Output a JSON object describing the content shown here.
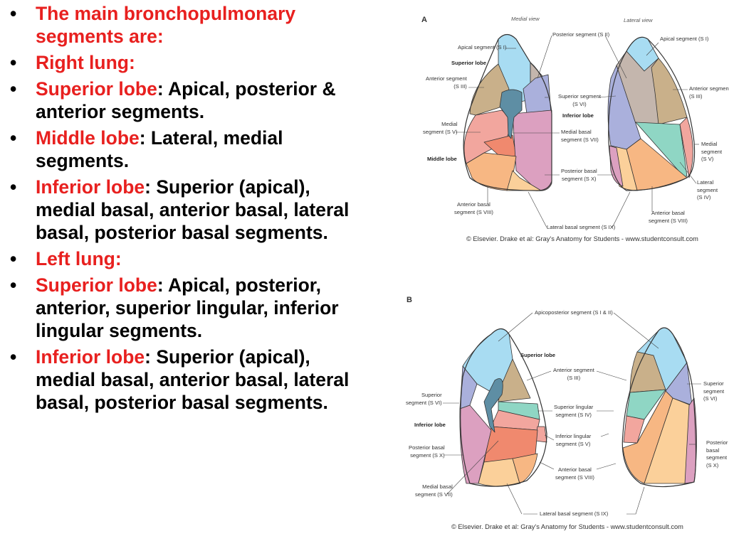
{
  "bullets": [
    {
      "red": "The main bronchopulmonary segments are:",
      "black": ""
    },
    {
      "red": "Right lung:",
      "black": ""
    },
    {
      "red": "Superior lobe",
      "black": ": Apical, posterior & anterior segments."
    },
    {
      "red": "Middle lobe",
      "black": ": Lateral, medial segments."
    },
    {
      "red": "Inferior lobe",
      "black": ": Superior (apical), medial basal, anterior basal, lateral basal, posterior basal segments."
    },
    {
      "red": "Left lung:",
      "black": ""
    },
    {
      "red": "Superior lobe",
      "black": ": Apical, posterior, anterior, superior lingular, inferior lingular segments."
    },
    {
      "red": "Inferior lobe",
      "black": ": Superior (apical), medial basal, anterior basal, lateral basal, posterior basal segments."
    }
  ],
  "colors": {
    "accent_red": "#e8201f"
  },
  "figure_a": {
    "letter": "A",
    "medial_view": "Medial view",
    "lateral_view": "Lateral view",
    "labels": {
      "posterior": "Posterior segment (S II)",
      "apical": "Apical segment (S I)",
      "superior_lobe": "Superior lobe",
      "anterior": "Anterior segment\n(S III)",
      "superior_seg": "Superior segment\n(S VI)",
      "inferior_lobe": "Inferior lobe",
      "medial": "Medial\nsegment (S V)",
      "medial_basal": "Medial basal\nsegment (S VII)",
      "middle_lobe": "Middle lobe",
      "posterior_basal": "Posterior basal\nsegment (S X)",
      "anterior_basal": "Anterior basal\nsegment (S VIII)",
      "lateral_basal": "Lateral basal segment (S IX)",
      "apical_r": "Apical segment (S I)",
      "anterior_r": "Anterior segment\n(S III)",
      "medial_r": "Medial\nsegment\n(S V)",
      "lateral_r": "Lateral\nsegment\n(S IV)",
      "anterior_basal_r": "Anterior basal\nsegment (S VIII)"
    },
    "copyright": "© Elsevier. Drake et al: Gray's Anatomy for Students - www.studentconsult.com"
  },
  "figure_b": {
    "letter": "B",
    "labels": {
      "apicoposterior": "Apicoposterior segment (S I & II)",
      "superior_lobe": "Superior lobe",
      "anterior": "Anterior segment\n(S III)",
      "superior_seg": "Superior\nsegment (S VI)",
      "superior_lingular": "Superior lingular\nsegment (S IV)",
      "inferior_lobe": "Inferior lobe",
      "inferior_lingular": "Inferior lingular\nsegment (S V)",
      "posterior_basal": "Posterior basal\nsegment (S X)",
      "anterior_basal": "Anterior basal\nsegment (S VIII)",
      "medial_basal": "Medial basal\nsegment (S VII)",
      "lateral_basal": "Lateral basal segment (S IX)",
      "superior_r": "Superior\nsegment\n(S VI)",
      "posterior_basal_r": "Posterior\nbasal\nsegment\n(S X)"
    },
    "copyright": "© Elsevier. Drake et al: Gray's Anatomy for Students - www.studentconsult.com"
  }
}
